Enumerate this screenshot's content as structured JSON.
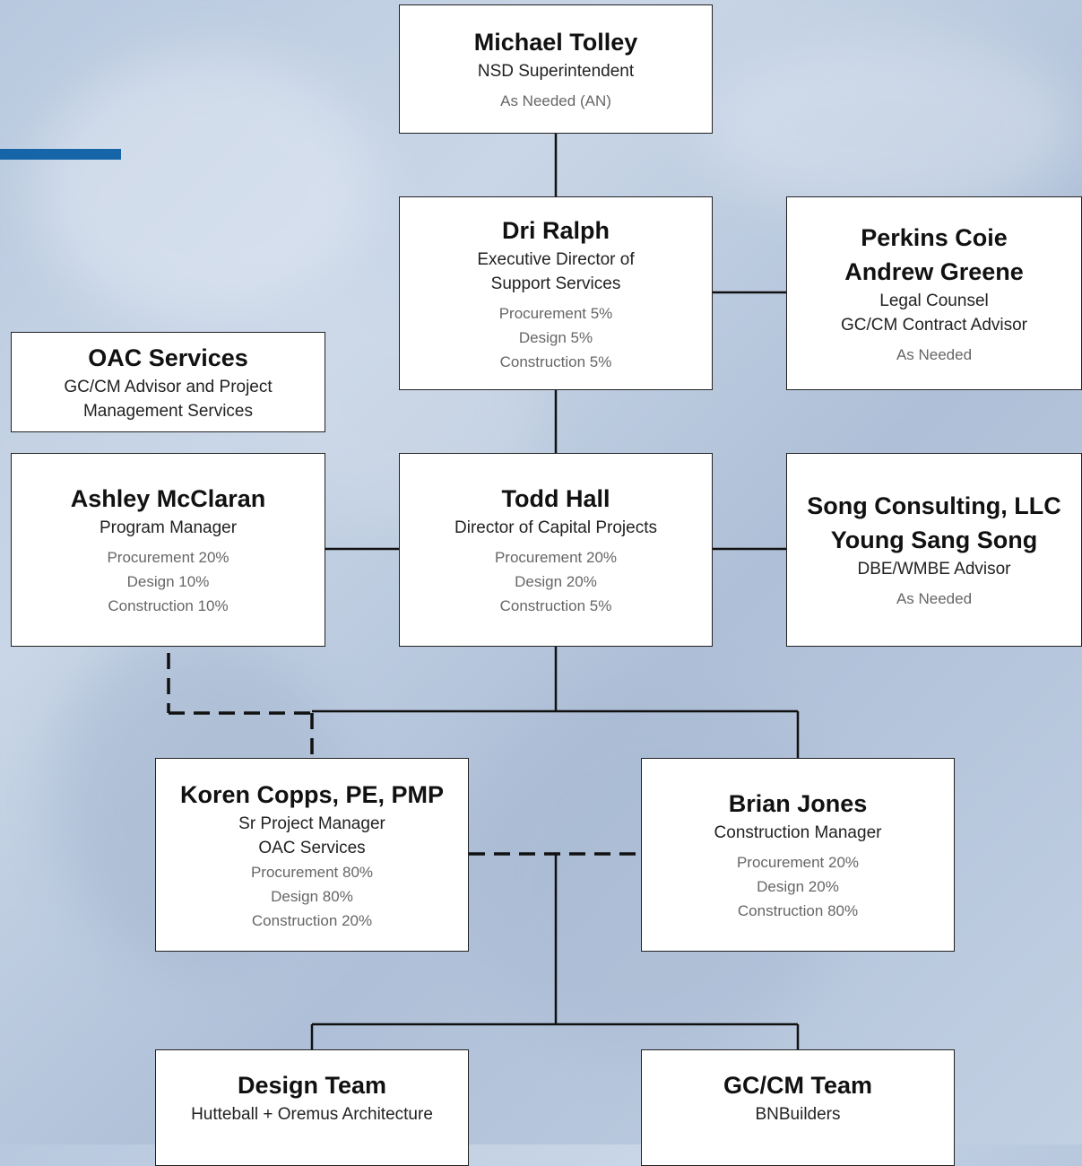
{
  "accent_color": "#1565a8",
  "boxes": {
    "tolley": {
      "name": "Michael Tolley",
      "role": "NSD Superintendent",
      "note": "As Needed (AN)"
    },
    "ralph": {
      "name": "Dri Ralph",
      "role1": "Executive Director of",
      "role2": "Support Services",
      "a1": "Procurement 5%",
      "a2": "Design 5%",
      "a3": "Construction 5%"
    },
    "perkins": {
      "name1": "Perkins Coie",
      "name2": "Andrew Greene",
      "role1": "Legal Counsel",
      "role2": "GC/CM Contract Advisor",
      "note": "As Needed"
    },
    "oac": {
      "name": "OAC Services",
      "role1": "GC/CM Advisor and Project",
      "role2": "Management Services"
    },
    "mcclaran": {
      "name": "Ashley McClaran",
      "role": "Program Manager",
      "a1": "Procurement 20%",
      "a2": "Design 10%",
      "a3": "Construction 10%"
    },
    "hall": {
      "name": "Todd Hall",
      "role": "Director of Capital Projects",
      "a1": "Procurement 20%",
      "a2": "Design 20%",
      "a3": "Construction 5%"
    },
    "song": {
      "name1": "Song Consulting, LLC",
      "name2": "Young Sang Song",
      "role": "DBE/WMBE Advisor",
      "note": "As Needed"
    },
    "copps": {
      "name": "Koren Copps, PE, PMP",
      "role1": "Sr Project Manager",
      "role2": "OAC Services",
      "a1": "Procurement 80%",
      "a2": "Design 80%",
      "a3": "Construction 20%"
    },
    "jones": {
      "name": "Brian Jones",
      "role": "Construction Manager",
      "a1": "Procurement 20%",
      "a2": "Design 20%",
      "a3": "Construction 80%"
    },
    "design": {
      "name": "Design Team",
      "role": "Hutteball + Oremus Architecture"
    },
    "gccm": {
      "name": "GC/CM Team",
      "role": "BNBuilders"
    }
  }
}
